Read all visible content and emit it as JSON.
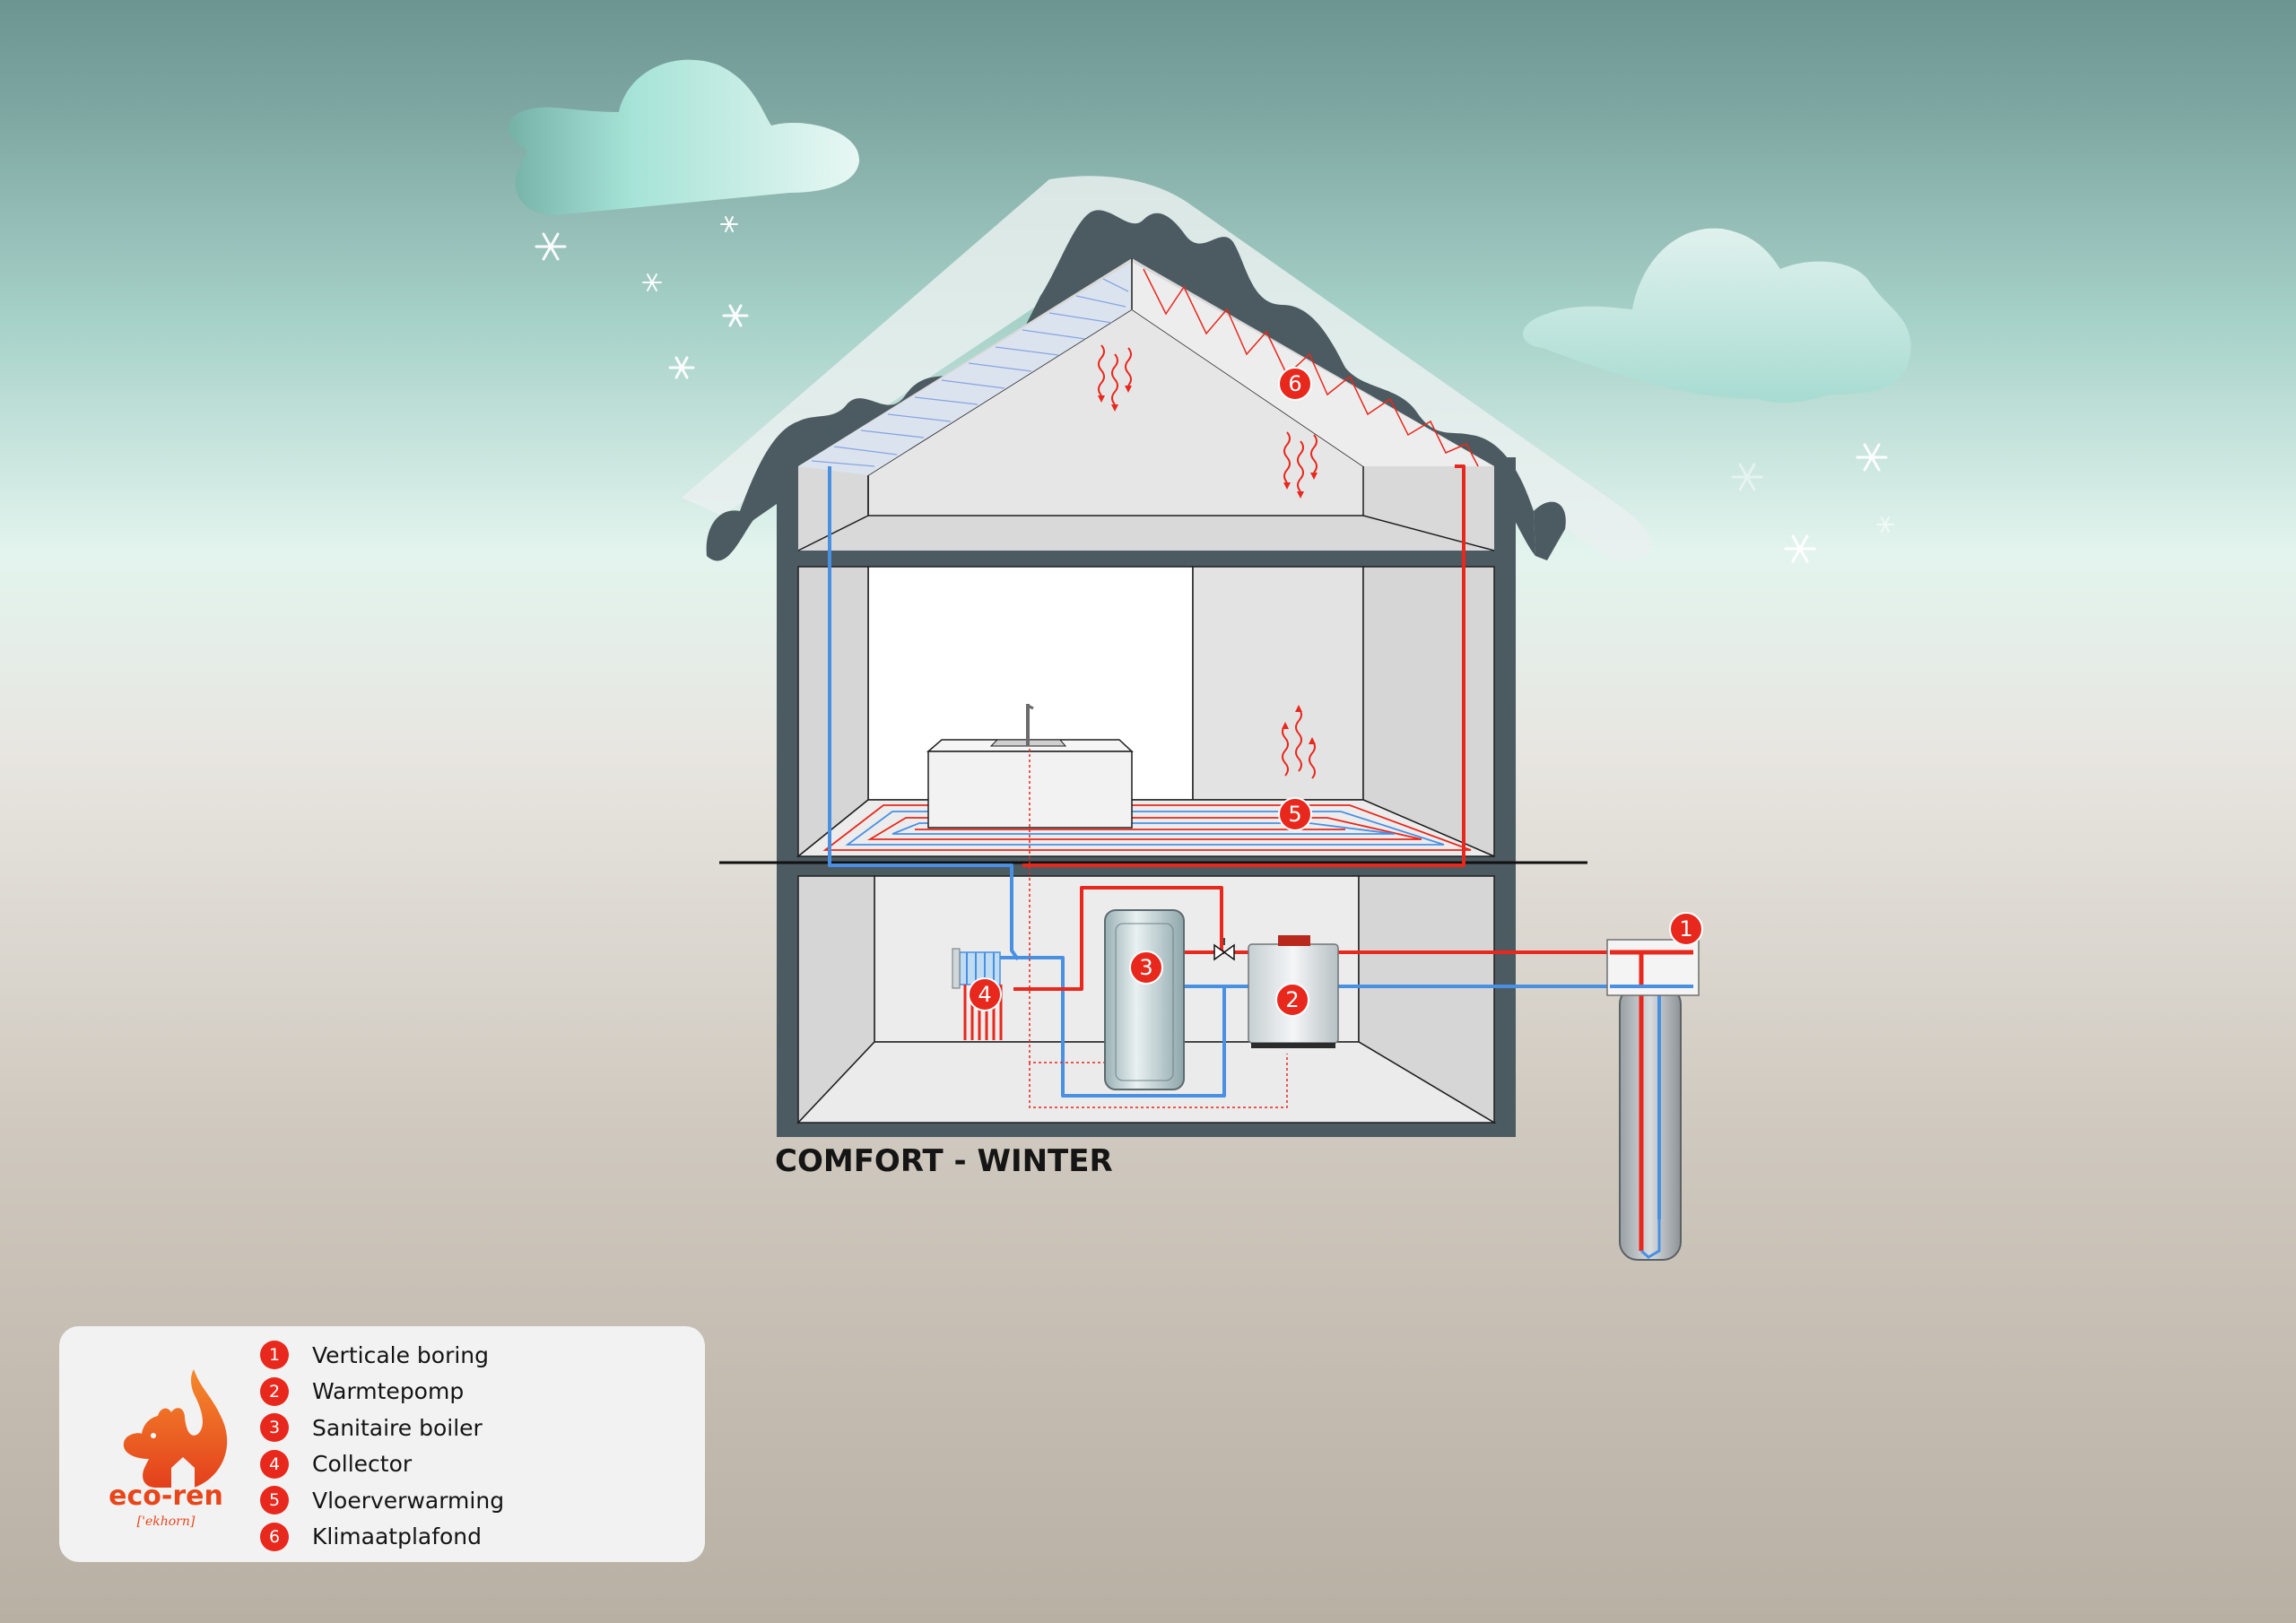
{
  "caption": "COMFORT - WINTER",
  "brand": {
    "name": "eco-ren",
    "phonetic": "['ekhorn]"
  },
  "colors": {
    "hot": "#e8281d",
    "cold": "#4a90e2",
    "wall": "#4c5a61",
    "accent": "#e8461a"
  },
  "legend": [
    {
      "num": "1",
      "label": "Verticale boring"
    },
    {
      "num": "2",
      "label": "Warmtepomp"
    },
    {
      "num": "3",
      "label": "Sanitaire boiler"
    },
    {
      "num": "4",
      "label": "Collector"
    },
    {
      "num": "5",
      "label": "Vloerverwarming"
    },
    {
      "num": "6",
      "label": "Klimaatplafond"
    }
  ]
}
